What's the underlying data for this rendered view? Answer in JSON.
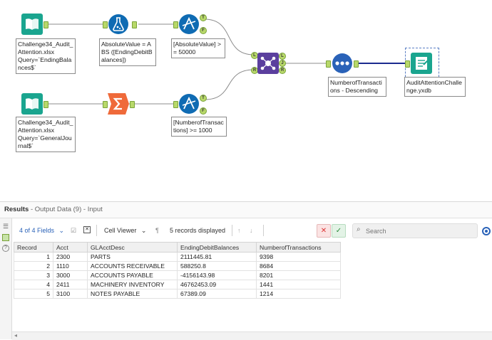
{
  "workflow": {
    "tools": [
      {
        "id": "input1",
        "annotation": "Challenge34_Audit_Attention.xlsx\nQuery=`EndingBalances$`"
      },
      {
        "id": "formula",
        "annotation": "AbsoluteValue = ABS ([EndingDebitBalances])"
      },
      {
        "id": "filter1",
        "annotation": "[AbsoluteValue] >= 50000"
      },
      {
        "id": "input2",
        "annotation": "Challenge34_Audit_Attention.xlsx\nQuery=`GeneralJournal$`"
      },
      {
        "id": "summarize",
        "annotation": ""
      },
      {
        "id": "filter2",
        "annotation": "[NumberofTransactions] >= 1000"
      },
      {
        "id": "join",
        "annotation": ""
      },
      {
        "id": "sort",
        "annotation": "NumberofTransactions - Descending"
      },
      {
        "id": "output",
        "annotation": "AuditAttentionChallenge.yxdb"
      }
    ],
    "anchor_labels": {
      "true": "T",
      "false": "F",
      "left": "L",
      "join": "J",
      "right": "R"
    }
  },
  "results": {
    "title": "Results",
    "subtitle": " - Output Data (9) - Input",
    "fields_label": "4 of 4 Fields",
    "cell_viewer_label": "Cell Viewer",
    "records_displayed": "5 records displayed",
    "search_placeholder": "Search",
    "columns": [
      "Record",
      "Acct",
      "GLAcctDesc",
      "EndingDebitBalances",
      "NumberofTransactions"
    ],
    "rows": [
      [
        "1",
        "2300",
        "PARTS",
        "2111445.81",
        "9398"
      ],
      [
        "2",
        "1110",
        "ACCOUNTS RECEIVABLE",
        "588250.8",
        "8684"
      ],
      [
        "3",
        "3000",
        "ACCOUNTS PAYABLE",
        "-4156143.98",
        "8201"
      ],
      [
        "4",
        "2411",
        "MACHINERY INVENTORY",
        "46762453.09",
        "1441"
      ],
      [
        "5",
        "3100",
        "NOTES PAYABLE",
        "67389.09",
        "1214"
      ]
    ]
  },
  "colors": {
    "input": "#1aa58f",
    "formula": "#0f6bb3",
    "filter": "#0f6bb3",
    "summarize": "#ef6a3a",
    "join": "#5b3f9e",
    "sort": "#2a62b8",
    "output": "#1aa58f",
    "anchor": "#b8d86a"
  }
}
